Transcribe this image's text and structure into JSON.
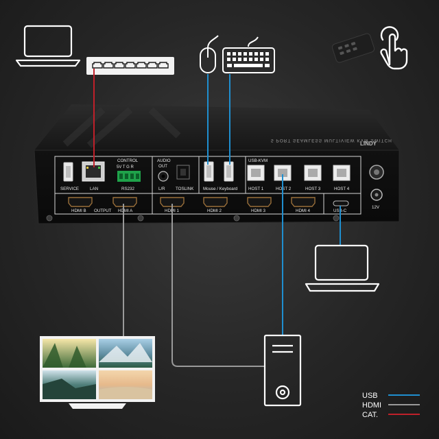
{
  "panel": {
    "control_label": "CONTROL",
    "control_pins": "5V  T  G  R",
    "rs232_label": "RS232",
    "audio_label": "AUDIO",
    "out_label": "OUT",
    "usb_kvm_label": "USB-KVM",
    "service_label": "SERVICE",
    "lan_label": "LAN",
    "lr_label": "L/R",
    "toslink_label": "TOSLINK",
    "mouse_keyboard_label": "Mouse / Keyboard",
    "host1_label": "HOST 1",
    "host2_label": "HOST 2",
    "host3_label": "HOST 3",
    "host4_label": "HOST 4",
    "hdmi_b_label": "HDMI B",
    "output_label": "OUTPUT",
    "hdmi_a_label": "HDMI A",
    "hdmi1_label": "HDMI 1",
    "hdmi2_label": "HDMI 2",
    "hdmi3_label": "HDMI 3",
    "hdmi4_label": "HDMI 4",
    "usbc_label": "USB-C",
    "v12_label": "12V",
    "top_text": "5 PORT SEAMLESS MULTIVIEW KVM SWITCH",
    "brand_text": "LINDY"
  },
  "legend": {
    "items": [
      {
        "label": "USB",
        "color": "#1f8fd0"
      },
      {
        "label": "HDMI",
        "color": "#9a9a9a"
      },
      {
        "label": "CAT.",
        "color": "#c0202a"
      }
    ]
  },
  "colors": {
    "usb": "#1f8fd0",
    "hdmi": "#9a9a9a",
    "cat": "#c0202a"
  }
}
